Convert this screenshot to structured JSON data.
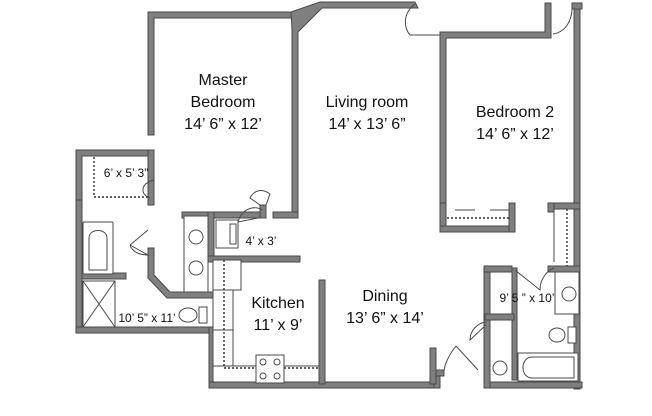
{
  "floorplan": {
    "rooms": [
      {
        "id": "master",
        "name_line1": "Master",
        "name_line2": "Bedroom",
        "dims": "14’ 6” x 12’"
      },
      {
        "id": "living",
        "name": "Living room",
        "dims": "14’ x 13’ 6”"
      },
      {
        "id": "bedroom2",
        "name": "Bedroom 2",
        "dims": "14’ 6” x 12’"
      },
      {
        "id": "kitchen",
        "name": "Kitchen",
        "dims": "11’ x 9’"
      },
      {
        "id": "dining",
        "name": "Dining",
        "dims": "13’ 6” x 14’"
      },
      {
        "id": "walkin-closet",
        "dims": "6’ x 5’ 3”"
      },
      {
        "id": "master-bath",
        "dims": "10’ 5” x 11’"
      },
      {
        "id": "laundry",
        "dims": "4’ x 3’"
      },
      {
        "id": "bath2",
        "dims": "9’ 5 ” x 10’"
      }
    ],
    "colors": {
      "wall": "#7f7f7f",
      "line": "#4a4a4a",
      "background": "#ffffff",
      "text": "#111111"
    }
  }
}
